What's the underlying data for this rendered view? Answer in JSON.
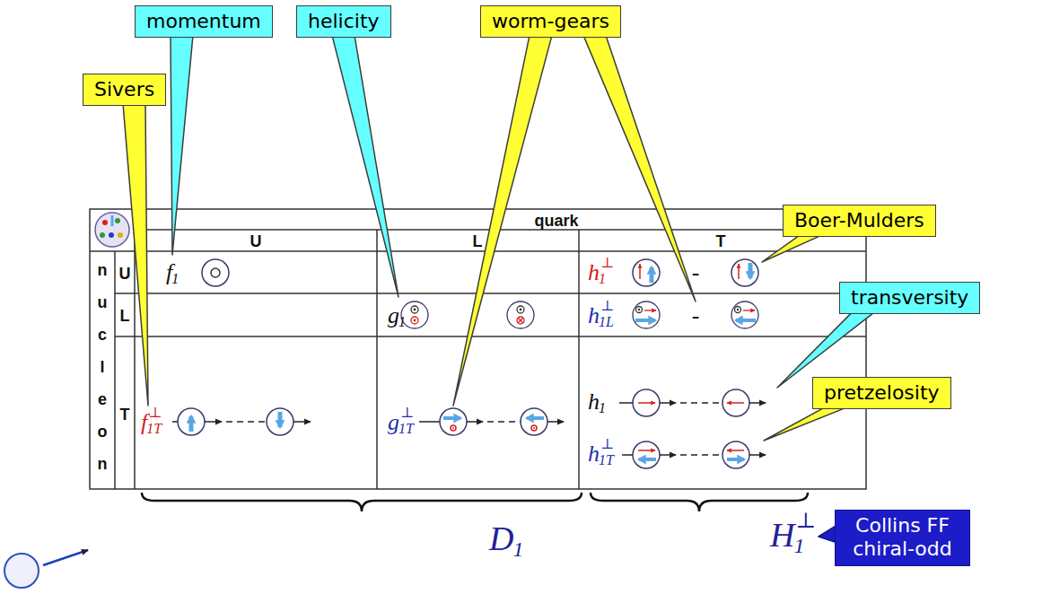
{
  "diagram": {
    "nodes": [
      {
        "text": [
          "momentum"
        ]
      },
      {
        "text": [
          "helicity"
        ]
      },
      {
        "text": [
          "worm-gears"
        ]
      },
      {
        "text": [
          "Sivers"
        ]
      },
      {
        "text": [
          "Boer-Mulders"
        ]
      },
      {
        "text": [
          "transversity"
        ]
      },
      {
        "text": [
          "pretzelosity"
        ]
      },
      {
        "text": [
          "Collins FF chiral-odd"
        ]
      }
    ],
    "labels": [
      "quark",
      "U",
      "L",
      "T",
      "nucleon",
      "U",
      "L",
      "T",
      "f",
      "1",
      "g",
      "1",
      "h",
      "⊥",
      "1",
      "-",
      "h",
      "⊥",
      "1L",
      "-",
      "f",
      "⊥",
      "1T",
      "g",
      "⊥",
      "1T",
      "h",
      "1",
      "h",
      "⊥",
      "1T",
      "D",
      "1",
      "H",
      "⊥",
      "1"
    ]
  }
}
